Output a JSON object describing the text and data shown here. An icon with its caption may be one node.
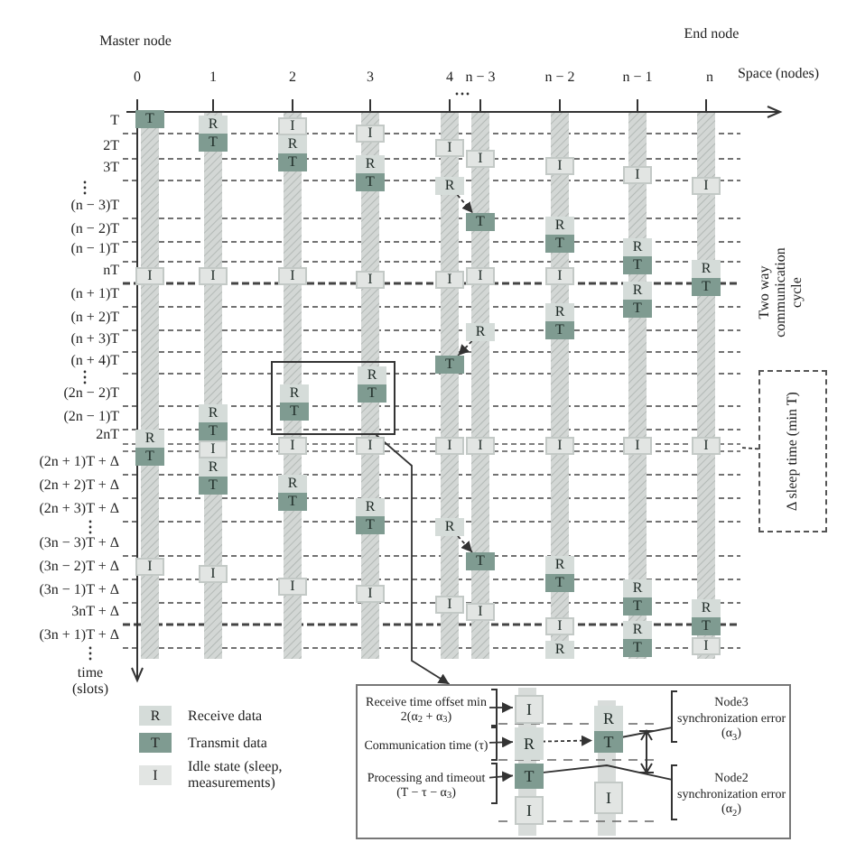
{
  "diagram": {
    "nodes": [
      {
        "text": [],
        "shape": "box"
      },
      {
        "text": [
          "R"
        ],
        "in": 0
      },
      {
        "text": [
          "T"
        ],
        "in": 0
      },
      {
        "text": [
          "R"
        ],
        "in": 0
      },
      {
        "text": [
          "T"
        ],
        "in": 0
      },
      {
        "text": [
          "T"
        ]
      },
      {
        "text": [
          "I"
        ]
      },
      {
        "text": [
          "R"
        ]
      },
      {
        "text": [
          "T"
        ]
      },
      {
        "text": [
          "I"
        ]
      },
      {
        "text": [
          "R"
        ]
      },
      {
        "text": [
          "T"
        ]
      },
      {
        "text": [
          "I"
        ]
      },
      {
        "text": [
          "R"
        ]
      },
      {
        "text": [
          "T"
        ]
      },
      {
        "text": [
          "I"
        ]
      },
      {
        "text": [
          "R"
        ]
      },
      {
        "text": [
          "T"
        ]
      },
      {
        "text": [
          "I"
        ]
      },
      {
        "text": [
          "I"
        ]
      },
      {
        "text": [
          "R"
        ]
      },
      {
        "text": [
          "T"
        ]
      },
      {
        "text": [
          "I"
        ]
      },
      {
        "text": [
          "I"
        ]
      },
      {
        "text": [
          "R"
        ]
      },
      {
        "text": [
          "T"
        ]
      },
      {
        "text": [
          "I"
        ]
      },
      {
        "text": [
          "I"
        ]
      },
      {
        "text": [
          "R"
        ]
      },
      {
        "text": [
          "T"
        ]
      },
      {
        "text": [
          "I"
        ]
      },
      {
        "text": [
          "I"
        ]
      },
      {
        "text": [
          "R"
        ]
      },
      {
        "text": [
          "T"
        ]
      },
      {
        "text": [
          "I"
        ]
      },
      {
        "text": [
          "I"
        ]
      },
      {
        "text": [
          "R"
        ]
      },
      {
        "text": [
          "I"
        ]
      },
      {
        "text": [
          "T"
        ]
      },
      {
        "text": [
          "I"
        ]
      },
      {
        "text": [
          "R"
        ]
      },
      {
        "text": [
          "I"
        ]
      },
      {
        "text": [
          "I"
        ]
      },
      {
        "text": [
          "T"
        ]
      },
      {
        "text": [
          "I"
        ]
      },
      {
        "text": [
          "R"
        ]
      },
      {
        "text": [
          "I"
        ]
      },
      {
        "text": [
          "T"
        ]
      },
      {
        "text": [
          "I"
        ]
      },
      {
        "text": [
          "I"
        ]
      },
      {
        "text": [
          "R"
        ]
      },
      {
        "text": [
          "T"
        ]
      },
      {
        "text": [
          "I"
        ]
      },
      {
        "text": [
          "R"
        ]
      },
      {
        "text": [
          "T"
        ]
      },
      {
        "text": [
          "I"
        ]
      },
      {
        "text": [
          "R"
        ]
      },
      {
        "text": [
          "T"
        ]
      },
      {
        "text": [
          "I"
        ]
      },
      {
        "text": [
          "R"
        ]
      },
      {
        "text": [
          "I"
        ]
      },
      {
        "text": [
          "R"
        ]
      },
      {
        "text": [
          "T"
        ]
      },
      {
        "text": [
          "R"
        ]
      },
      {
        "text": [
          "T"
        ]
      },
      {
        "text": [
          "I"
        ]
      },
      {
        "text": [
          "R"
        ]
      },
      {
        "text": [
          "T"
        ]
      },
      {
        "text": [
          "R"
        ]
      },
      {
        "text": [
          "T"
        ]
      },
      {
        "text": [
          "I"
        ]
      },
      {
        "text": [
          "R"
        ]
      },
      {
        "text": [
          "T"
        ]
      },
      {
        "text": [
          "I"
        ]
      },
      {
        "text": [
          "R"
        ]
      },
      {
        "text": [
          "T"
        ]
      },
      {
        "text": [
          "I"
        ]
      },
      {
        "text": [
          "Δ sleep time (min T)"
        ]
      },
      {
        "text": [],
        "shape": "box"
      },
      {
        "text": [
          "Receive time offset min 2(α$_{2}$ + α$_{3}$)"
        ],
        "in": 78
      },
      {
        "text": [
          "Communication time (τ)"
        ],
        "in": 78
      },
      {
        "text": [
          "Processing and timeout (T − τ − α$_{3}$)"
        ],
        "in": 78
      },
      {
        "text": [
          "I"
        ],
        "in": 78
      },
      {
        "text": [
          "R"
        ],
        "in": 78
      },
      {
        "text": [
          "T"
        ],
        "in": 78
      },
      {
        "text": [
          "I"
        ],
        "in": 78
      },
      {
        "text": [
          "R"
        ],
        "in": 78
      },
      {
        "text": [
          "T"
        ],
        "in": 78
      },
      {
        "text": [
          "I"
        ],
        "in": 78
      },
      {
        "text": [
          "Node3 synchronization error (α$_{3}$)"
        ],
        "in": 78
      },
      {
        "text": [
          "Node2 synchronization error (α$_{2}$)"
        ],
        "in": 78
      }
    ],
    "edges": [
      {
        "from": 36,
        "to": 43,
        "arrow": "to",
        "style": "dashed"
      },
      {
        "from": 45,
        "to": 38,
        "arrow": "to",
        "style": "dashed"
      },
      {
        "from": 40,
        "to": 47,
        "arrow": "to",
        "style": "dashed"
      },
      {
        "from": 0,
        "to": 78,
        "arrow": "to"
      },
      {
        "from": 77,
        "to": null,
        "arrow": "none",
        "style": "dashed"
      },
      {
        "from": 79,
        "to": 82,
        "arrow": "to"
      },
      {
        "from": 80,
        "to": 83,
        "arrow": "to"
      },
      {
        "from": 81,
        "to": 84,
        "arrow": "to"
      },
      {
        "from": 83,
        "to": 87,
        "arrow": "to",
        "style": "dashed"
      },
      {
        "from": 89,
        "to": 87,
        "arrow": "none"
      },
      {
        "from": 90,
        "to": 84,
        "arrow": "none"
      }
    ],
    "labels": [
      "Master node",
      "0",
      "1",
      "2",
      "3",
      "4",
      "n − 3",
      "n − 2",
      "n − 1",
      "End node",
      "n",
      "Space (nodes)",
      "T",
      "2T",
      "3T",
      "(n − 3)T",
      "(n − 2)T",
      "(n − 1)T",
      "nT",
      "(n + 1)T",
      "(n + 2)T",
      "(n + 3)T",
      "(n + 4)T",
      "(2n − 2)T",
      "(2n − 1)T",
      "2nT",
      "(2n + 1)T + Δ",
      "(2n + 2)T + Δ",
      "(2n + 3)T + Δ",
      "(3n − 3)T + Δ",
      "(3n − 2)T + Δ",
      "(3n − 1)T + Δ",
      "3nT + Δ",
      "(3n + 1)T + Δ",
      "Two way communication cycle",
      "time (slots)",
      "R",
      "T",
      "I"
    ],
    "legend": [
      {
        "text": "Receive data",
        "color": "#d5dcd9"
      },
      {
        "text": "Transmit data",
        "color": "#7f9b91"
      },
      {
        "text": "Idle state (sleep, measurements)",
        "color": "#e2e5e3"
      }
    ]
  }
}
